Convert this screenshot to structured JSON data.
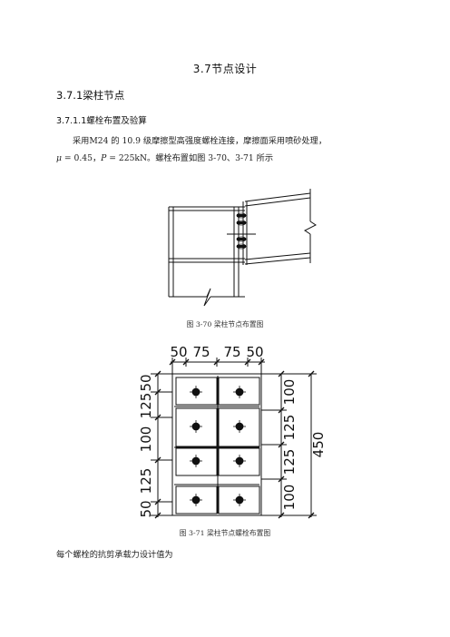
{
  "section_title": "3.7节点设计",
  "subsection_title": "3.7.1梁柱节点",
  "subsubsection_title": "3.7.1.1螺栓布置及验算",
  "paragraph1": "采用M24 的 10.9 级摩擦型高强度螺栓连接，摩擦面采用喷砂处理，",
  "paragraph2": {
    "mu_symbol": "μ",
    "mu_value": " = 0.45",
    "sep": "，",
    "p_symbol": "P",
    "p_value": " = 225kN",
    "rest": "。螺栓布置如图 3-70、3-71 所示"
  },
  "figure1_caption": "图 3-70  梁柱节点布置图",
  "figure2": {
    "caption": "图 3-71  梁柱节点螺栓布置图",
    "top_dims": [
      "50",
      "75",
      "75",
      "50"
    ],
    "left_dims": [
      "50",
      "125",
      "100",
      "125",
      "50"
    ],
    "right_dims": [
      "100",
      "125",
      "125",
      "100"
    ],
    "overall_height": "450"
  },
  "paragraph3": "每个螺栓的抗剪承载力设计值为"
}
